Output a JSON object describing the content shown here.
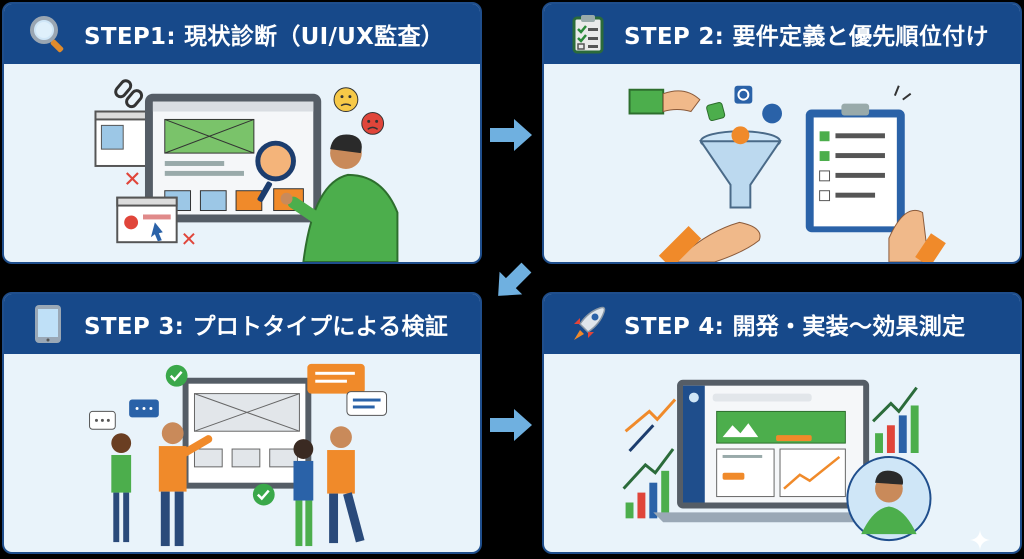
{
  "steps": [
    {
      "title": "STEP1: 現状診断（UI/UX監査）",
      "icon": "magnifier-icon"
    },
    {
      "title": "STEP 2: 要件定義と優先順位付け",
      "icon": "clipboard-checklist-icon"
    },
    {
      "title": "STEP 3: プロトタイプによる検証",
      "icon": "tablet-icon"
    },
    {
      "title": "STEP 4: 開発・実装〜効果測定",
      "icon": "rocket-icon"
    }
  ],
  "colors": {
    "header": "#17498a",
    "panel": "#e9f3fa",
    "arrow": "#6fb0e0",
    "green": "#3aa84a",
    "orange": "#f08a2a",
    "red": "#e0453a"
  }
}
